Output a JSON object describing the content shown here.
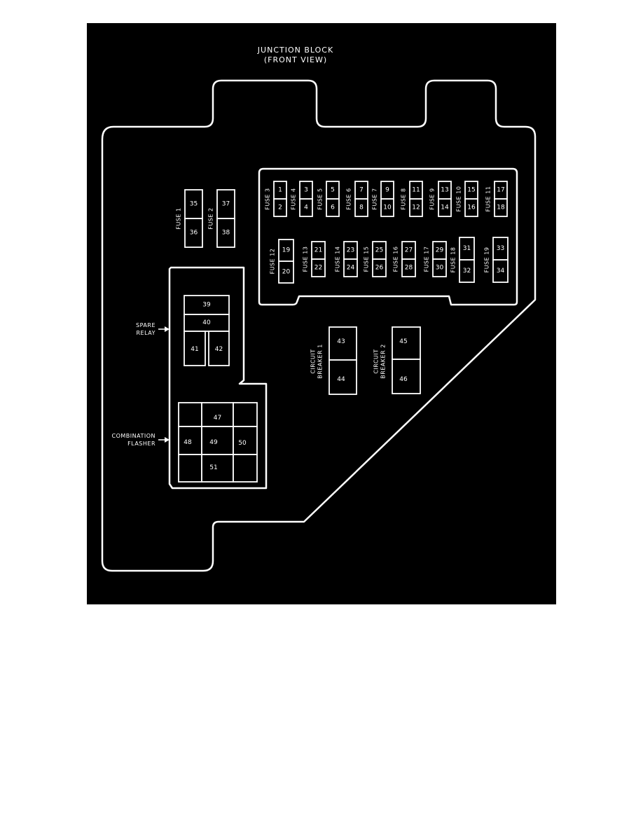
{
  "title": "JUNCTION BLOCK",
  "subtitle": "(FRONT VIEW)",
  "labels": {
    "spare_relay": [
      "SPARE",
      "RELAY"
    ],
    "combination_flasher": [
      "COMBINATION",
      "FLASHER"
    ],
    "circuit_breaker_1": [
      "CIRCUIT",
      "BREAKER 1"
    ],
    "circuit_breaker_2": [
      "CIRCUIT",
      "BREAKER 2"
    ],
    "fuse_1": "FUSE 1",
    "fuse_2": "FUSE 2"
  },
  "fuses_left": [
    {
      "label": "FUSE 1",
      "top": "35",
      "bottom": "36"
    },
    {
      "label": "FUSE 2",
      "top": "37",
      "bottom": "38"
    }
  ],
  "fuse_row_top": [
    {
      "label": "FUSE 3",
      "top": "1",
      "bottom": "2"
    },
    {
      "label": "FUSE 4",
      "top": "3",
      "bottom": "4"
    },
    {
      "label": "FUSE 5",
      "top": "5",
      "bottom": "6"
    },
    {
      "label": "FUSE 6",
      "top": "7",
      "bottom": "8"
    },
    {
      "label": "FUSE 7",
      "top": "9",
      "bottom": "10"
    },
    {
      "label": "FUSE 8",
      "top": "11",
      "bottom": "12"
    },
    {
      "label": "FUSE 9",
      "top": "13",
      "bottom": "14"
    },
    {
      "label": "FUSE 10",
      "top": "15",
      "bottom": "16"
    },
    {
      "label": "FUSE 11",
      "top": "17",
      "bottom": "18"
    }
  ],
  "fuse_row_bottom": [
    {
      "label": "FUSE 12",
      "top": "19",
      "bottom": "20"
    },
    {
      "label": "FUSE 13",
      "top": "21",
      "bottom": "22"
    },
    {
      "label": "FUSE 14",
      "top": "23",
      "bottom": "24"
    },
    {
      "label": "FUSE 15",
      "top": "25",
      "bottom": "26"
    },
    {
      "label": "FUSE 16",
      "top": "27",
      "bottom": "28"
    },
    {
      "label": "FUSE 17",
      "top": "29",
      "bottom": "30"
    },
    {
      "label": "FUSE 18",
      "top": "31",
      "bottom": "32"
    },
    {
      "label": "FUSE 19",
      "top": "33",
      "bottom": "34"
    }
  ],
  "spare_relay_cells": [
    "39",
    "40",
    "41",
    "42"
  ],
  "circuit_breakers": [
    {
      "label": "CIRCUIT BREAKER 1",
      "top": "43",
      "bottom": "44"
    },
    {
      "label": "CIRCUIT BREAKER 2",
      "top": "45",
      "bottom": "46"
    }
  ],
  "flasher_cells": [
    "47",
    "48",
    "49",
    "50",
    "51"
  ],
  "colors": {
    "background": "#000000",
    "line": "#ffffff",
    "page": "#ffffff"
  }
}
